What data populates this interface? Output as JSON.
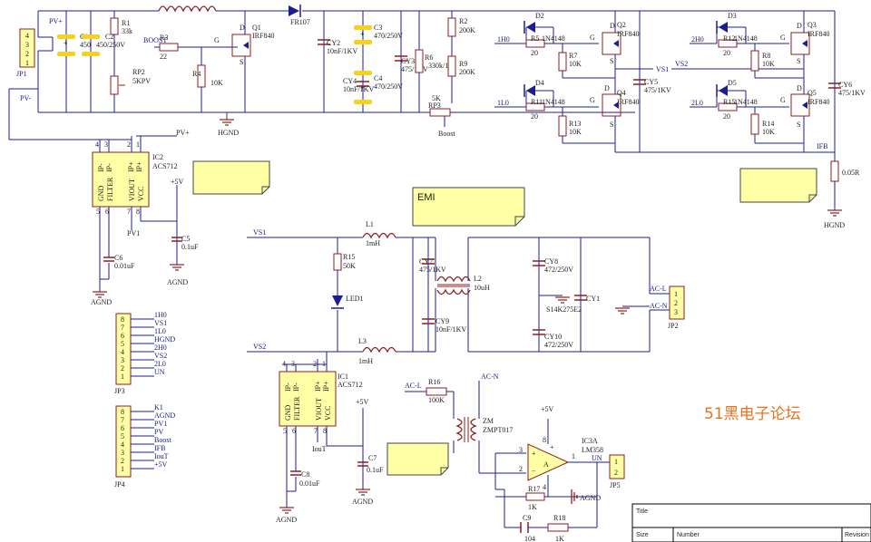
{
  "colors": {
    "wire": "#1c1c96",
    "part": "#8b1f1f",
    "note_fill": "#ffffa6",
    "cap_highlight": "#f4d21e",
    "watermark": "#e8731e",
    "diode_fill": "#1c1c96"
  },
  "watermark": "51黑电子论坛",
  "title_block": {
    "title": "Title",
    "size": "Size",
    "number": "Number",
    "revision": "Revision"
  },
  "notes": [
    {
      "text": ""
    },
    {
      "text": "EMI"
    },
    {
      "text": ""
    },
    {
      "text": ""
    }
  ],
  "boost": {
    "jp1": {
      "ref": "JP1",
      "pins": [
        "4",
        "3",
        "2",
        "1"
      ],
      "pv_plus": "PV+",
      "pv_minus": "PV-"
    },
    "c1": {
      "ref": "C1",
      "val": "450"
    },
    "c2": {
      "ref": "C2",
      "val": "450/250V"
    },
    "r1": {
      "ref": "R1",
      "val": "33k"
    },
    "rp2": {
      "ref": "RP2",
      "val": "5KPV"
    },
    "r3": {
      "ref": "R3",
      "val": "22"
    },
    "r4": {
      "ref": "R4",
      "val": "10K"
    },
    "boost_in": "BOOST",
    "q1": {
      "ref": "Q1",
      "part": "IRF840"
    },
    "fr107": "FR107",
    "cy2": {
      "ref": "CY2",
      "val": "10nF/1KV"
    },
    "cy4": {
      "ref": "CY4",
      "val": "10nF/1KV"
    },
    "c3": {
      "ref": "C3",
      "val": "470/250V"
    },
    "c4": {
      "ref": "C4",
      "val": "470/250V"
    },
    "cy3": {
      "ref": "CY3",
      "val": "475/1KV"
    },
    "r6": {
      "ref": "R6",
      "val": "330k/1W"
    },
    "rp3": {
      "ref": "RP3",
      "val": "5K"
    },
    "r2": {
      "ref": "R2",
      "val": "200K"
    },
    "r9": {
      "ref": "R9",
      "val": "200K"
    },
    "boost_fb": "Boost",
    "hgnd": "HGND",
    "pin_g": "G",
    "pin_d": "D",
    "pin_s": "S"
  },
  "bridge": {
    "sig_1h0": "1H0",
    "sig_1l0": "1L0",
    "sig_2h0": "2H0",
    "sig_2l0": "2L0",
    "vs1": "VS1",
    "vs2": "VS2",
    "ifb": "IFB",
    "d2": "D2",
    "d4": "D4",
    "d3": "D3",
    "d5": "D5",
    "diode_part": "1N4148",
    "r5": "R5",
    "r11": "R11",
    "r12": "R12",
    "r15r": "R15",
    "r_gate": "20",
    "r7": "R7",
    "r13": "R13",
    "r8": "R8",
    "r14": "R14",
    "r_pull": "10K",
    "q2": "Q2",
    "q4": "Q4",
    "q3": "Q3",
    "q5": "Q5",
    "mos": "IRF840",
    "cy5": {
      "ref": "CY5",
      "val": "475/1KV"
    },
    "cy6": {
      "ref": "CY6",
      "val": "475/1KV"
    },
    "shunt": "0.05R",
    "hgnd": "HGND"
  },
  "ic2": {
    "ref": "IC2",
    "part": "ACS712",
    "pins_top": [
      "4",
      "3",
      "2",
      "1"
    ],
    "ip_minus": "IP-",
    "ip_plus": "IP+",
    "gnd": "GND",
    "filter": "FILTER",
    "viout": "VIOUT",
    "vcc": "VCC",
    "pins_bot": [
      "5",
      "6",
      "7",
      "8"
    ],
    "pv_plus": "PV+",
    "pv1": "PV1",
    "plus5": "+5V",
    "c5": "C5",
    "c5v": "0.1uF",
    "c6": "C6",
    "c6v": "0.01uF",
    "agnd": "AGND"
  },
  "jp3": {
    "ref": "JP3",
    "pins": [
      "8",
      "7",
      "6",
      "5",
      "4",
      "3",
      "2",
      "1"
    ],
    "nets": [
      "1H0",
      "VS1",
      "1L0",
      "HGND",
      "2H0",
      "VS2",
      "2L0",
      "UN"
    ]
  },
  "jp4": {
    "ref": "JP4",
    "pins": [
      "8",
      "7",
      "6",
      "5",
      "4",
      "3",
      "2",
      "1"
    ],
    "nets": [
      "K1",
      "AGND",
      "PV1",
      "PV",
      "Boost",
      "IFB",
      "IouT",
      "+5V"
    ]
  },
  "filter": {
    "vs1": "VS1",
    "vs2": "VS2",
    "l1": "L1",
    "l1v": "1mH",
    "l3": "L3",
    "l3v": "1mH",
    "r15": "R15",
    "r15v": "50K",
    "led": "LED1",
    "cy7": "CY7",
    "cy7v": "475/1KV",
    "cy9": "CY9",
    "cy9v": "10nF/1KV",
    "l2": "L2",
    "l2v": "10uH",
    "cy8": "CY8",
    "cy8v": "472/250V",
    "cy10": "CY10",
    "cy10v": "472/250V",
    "cy1": "CY1",
    "mov": "S14K275E2",
    "acl": "AC-L",
    "acn": "AC-N",
    "jp2": "JP2",
    "jp2pins": [
      "1",
      "2",
      "3"
    ]
  },
  "ic1": {
    "ref": "IC1",
    "part": "ACS712",
    "iout": "IouT",
    "plus5": "+5V",
    "c7": "C7",
    "c7v": "0.1uF",
    "c8": "C8",
    "c8v": "0.01uF",
    "agnd": "AGND"
  },
  "sense": {
    "acl": "AC-L",
    "acn": "AC-N",
    "r16": "R16",
    "r16v": "100K",
    "zm": "ZM",
    "zmp": "ZMPT017",
    "ic3": "IC3A",
    "lm": "LM358",
    "plus5": "+5V",
    "un": "UN",
    "r17": "R17",
    "r17v": "1K",
    "c9": "C9",
    "c9v": "104",
    "r18": "R18",
    "r18v": "1K",
    "agnd": "AGND",
    "jp5": "JP5",
    "pin3": "3",
    "pin2": "2",
    "pin1": "1",
    "pin8": "8",
    "pin4": "4"
  }
}
